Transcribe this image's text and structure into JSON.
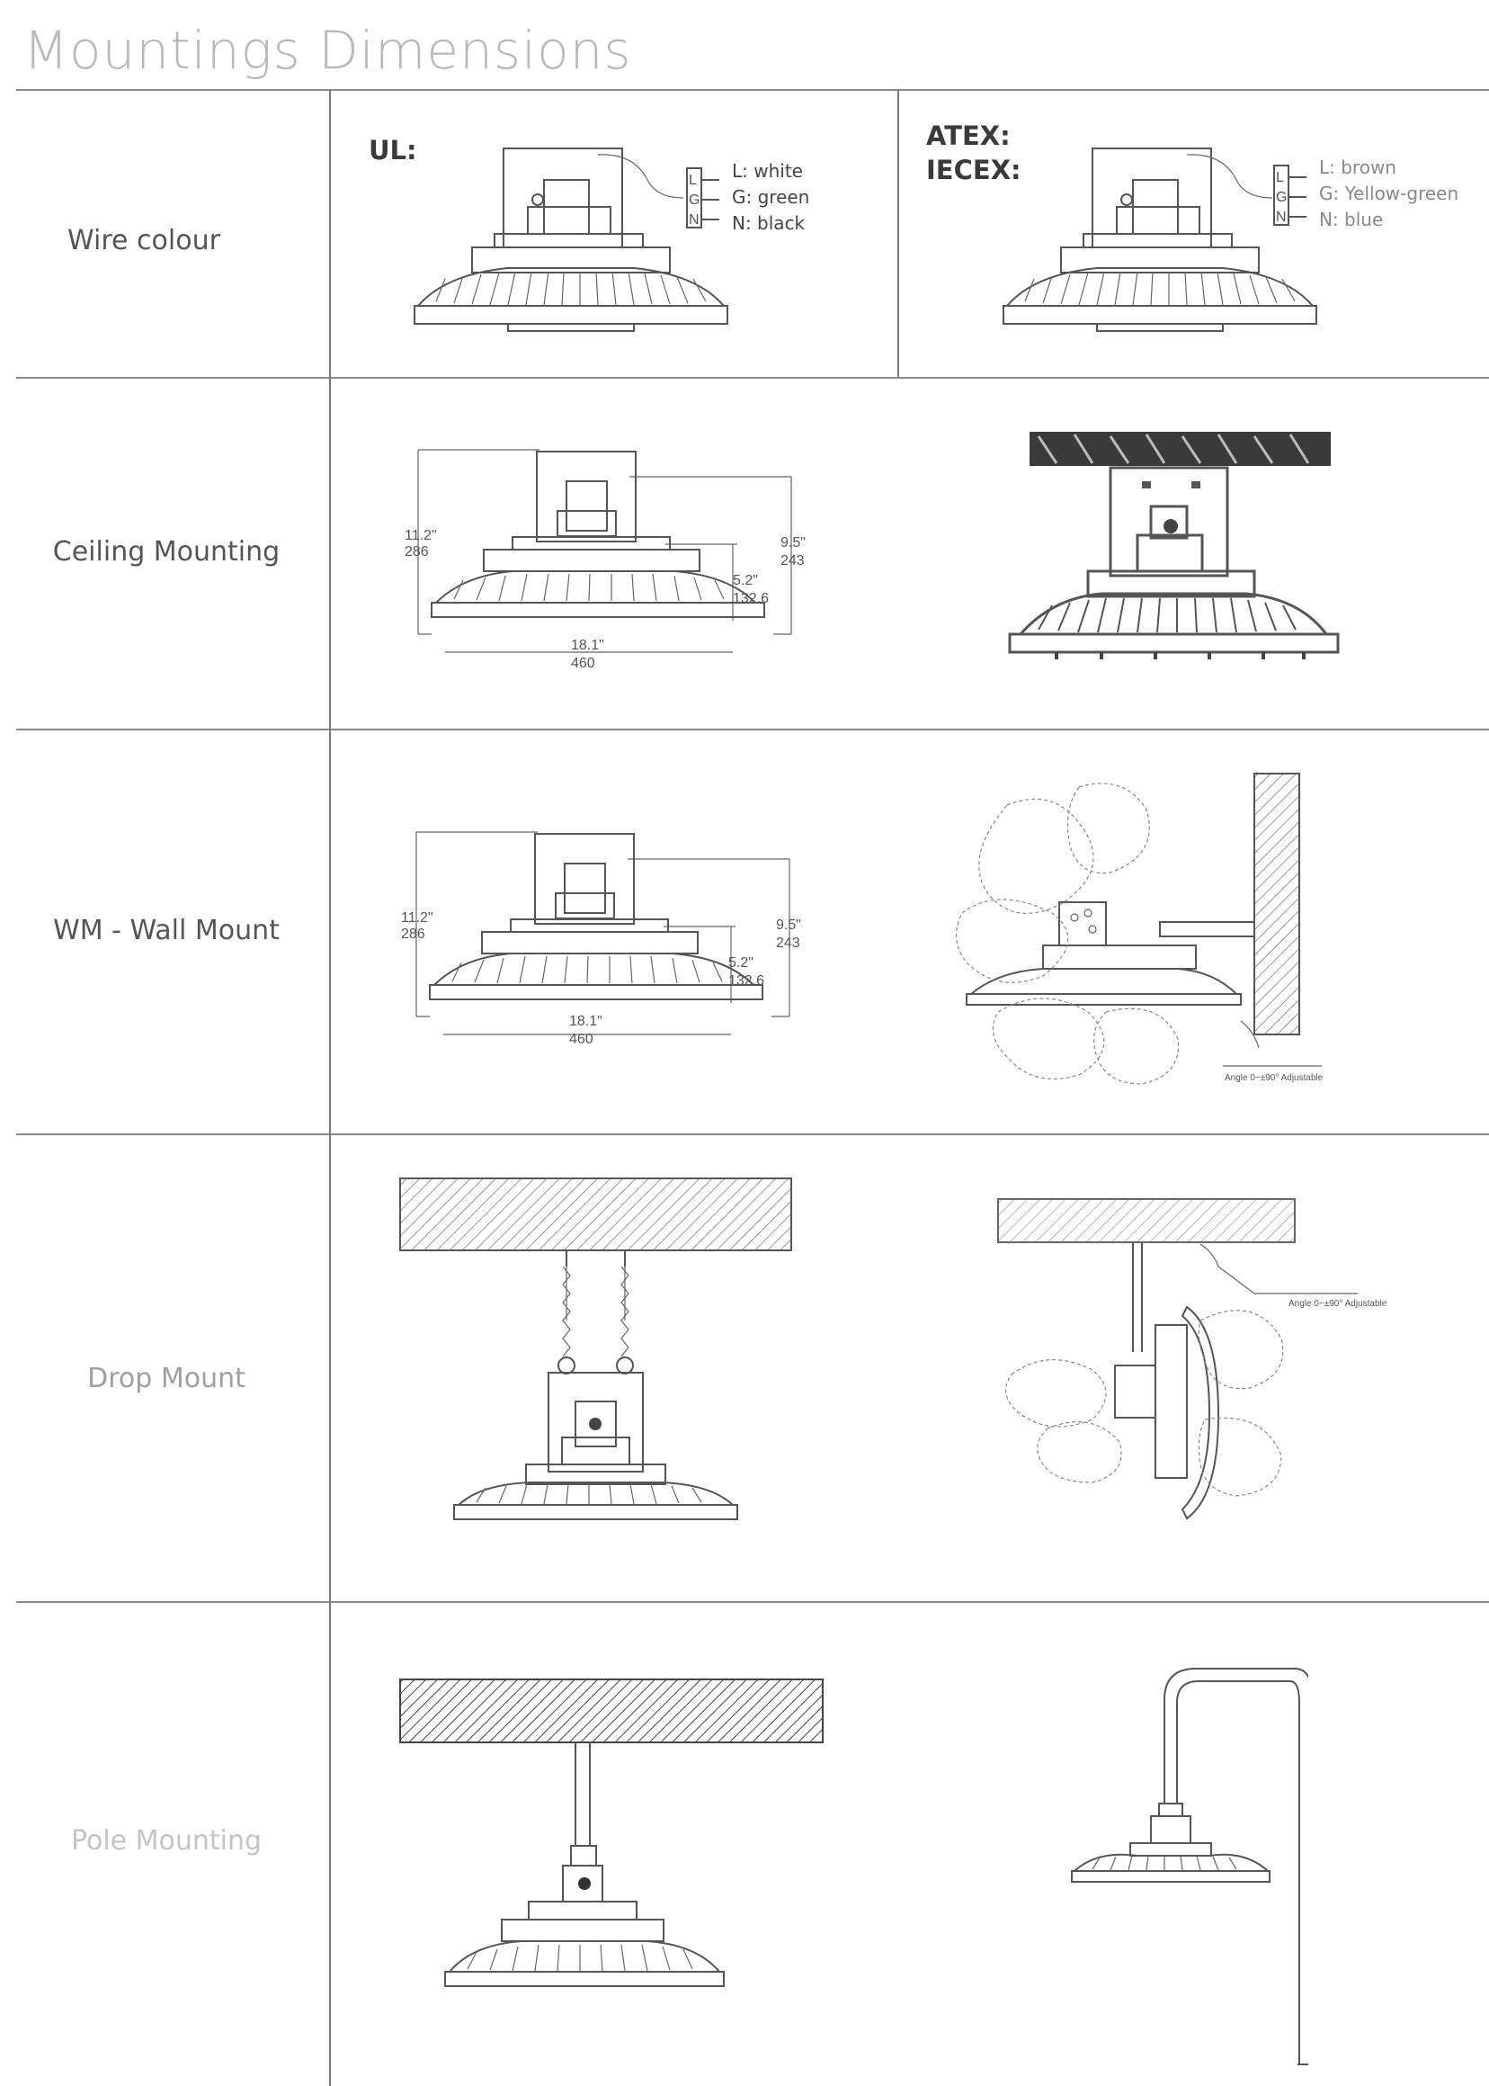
{
  "page": {
    "title": "Mountings Dimensions"
  },
  "rows": [
    {
      "label": "Wire colour"
    },
    {
      "label": "Ceiling Mounting"
    },
    {
      "label": "WM - Wall Mount"
    },
    {
      "label": "Drop Mount"
    },
    {
      "label": "Pole Mounting"
    }
  ],
  "wire_colour": {
    "ul": {
      "heading": "UL:",
      "terminals": [
        "L",
        "G",
        "N"
      ],
      "wires": [
        "L: white",
        "G: green",
        "N: black"
      ]
    },
    "atex": {
      "heading_line1": "ATEX:",
      "heading_line2": "IECEX:",
      "terminals": [
        "L",
        "G",
        "N"
      ],
      "wires": [
        "L: brown",
        "G: Yellow-green",
        "N: blue"
      ]
    }
  },
  "dimensions": {
    "height_total": [
      "11.2\"",
      "286"
    ],
    "height_body": [
      "9.5\"",
      "243"
    ],
    "height_housing": [
      "5.2\"",
      "132.6"
    ],
    "diameter": [
      "18.1\"",
      "460"
    ]
  },
  "notes": {
    "angle": "Angle 0~±90° Adjustable"
  }
}
